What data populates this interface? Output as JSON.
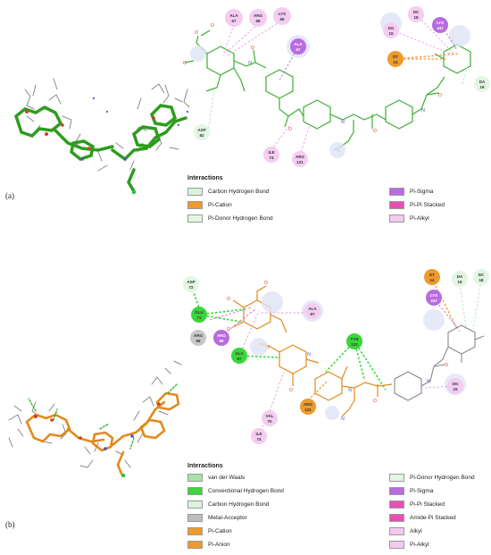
{
  "panel_a": {
    "label": "(a)",
    "legend_title": "Interactions",
    "legend": [
      {
        "label": "Carbon Hydrogen Bond",
        "color": "#d9f2d9"
      },
      {
        "label": "Pi-Cation",
        "color": "#ee9a2c"
      },
      {
        "label": "Pi-Donor Hydrogen Bond",
        "color": "#e3f5e3"
      },
      {
        "label": "Pi-Sigma",
        "color": "#b86ce0"
      },
      {
        "label": "Pi-Pi Stacked",
        "color": "#e94fb3"
      },
      {
        "label": "Pi-Alkyl",
        "color": "#f3c9ef"
      }
    ],
    "residues": [
      {
        "name": "ALA",
        "num": "67",
        "type": "alkyl"
      },
      {
        "name": "ARG",
        "num": "68",
        "type": "alkyl"
      },
      {
        "name": "LYS",
        "num": "65",
        "type": "alkyl"
      },
      {
        "name": "ALA",
        "num": "67",
        "type": "sigma"
      },
      {
        "name": "DC",
        "num": "18",
        "type": "alkyl"
      },
      {
        "name": "LYS",
        "num": "447",
        "type": "sigma"
      },
      {
        "name": "DG",
        "num": "15",
        "type": "alkyl"
      },
      {
        "name": "DT",
        "num": "14",
        "type": "cation"
      },
      {
        "name": "DA",
        "num": "19",
        "type": "chbond"
      },
      {
        "name": "ASP",
        "num": "82",
        "type": "chbond"
      },
      {
        "name": "ILE",
        "num": "74",
        "type": "alkyl"
      },
      {
        "name": "ARG",
        "num": "121",
        "type": "alkyl"
      }
    ]
  },
  "panel_b": {
    "label": "(b)",
    "legend_title": "Interactions",
    "legend": [
      {
        "label": "van der Waals",
        "color": "#a6e3a6"
      },
      {
        "label": "Conventional Hydrogen Bond",
        "color": "#3ad63a"
      },
      {
        "label": "Carbon Hydrogen Bond",
        "color": "#dcf3dc"
      },
      {
        "label": "Metal-Acceptor",
        "color": "#bdbdbd"
      },
      {
        "label": "Pi-Cation",
        "color": "#ee9a2c"
      },
      {
        "label": "Pi-Anion",
        "color": "#ee9a2c"
      },
      {
        "label": "Pi-Donor Hydrogen Bond",
        "color": "#e3f5e3"
      },
      {
        "label": "Pi-Sigma",
        "color": "#b86ce0"
      },
      {
        "label": "Pi-Pi Stacked",
        "color": "#e94fb3"
      },
      {
        "label": "Amide-Pi Stacked",
        "color": "#e94fb3"
      },
      {
        "label": "Alkyl",
        "color": "#f3c9ef"
      },
      {
        "label": "Pi-Alkyl",
        "color": "#f3c9ef"
      }
    ],
    "residues": [
      {
        "name": "ASP",
        "num": "72",
        "type": "chbond"
      },
      {
        "name": "GLU",
        "num": "71",
        "type": "hbond"
      },
      {
        "name": "ARG",
        "num": "68",
        "type": "metal"
      },
      {
        "name": "ARG",
        "num": "68",
        "type": "sigma"
      },
      {
        "name": "ALA",
        "num": "67",
        "type": "hbond"
      },
      {
        "name": "ALA",
        "num": "67",
        "type": "alkyl"
      },
      {
        "name": "TYR",
        "num": "122",
        "type": "hbond"
      },
      {
        "name": "ARG",
        "num": "121",
        "type": "cation"
      },
      {
        "name": "VAL",
        "num": "70",
        "type": "alkyl"
      },
      {
        "name": "ILE",
        "num": "74",
        "type": "alkyl"
      },
      {
        "name": "DT",
        "num": "14",
        "type": "cation"
      },
      {
        "name": "LYS",
        "num": "447",
        "type": "sigma"
      },
      {
        "name": "DA",
        "num": "19",
        "type": "chbond"
      },
      {
        "name": "DC",
        "num": "18",
        "type": "chbond"
      },
      {
        "name": "DG",
        "num": "15",
        "type": "alkyl"
      }
    ]
  }
}
